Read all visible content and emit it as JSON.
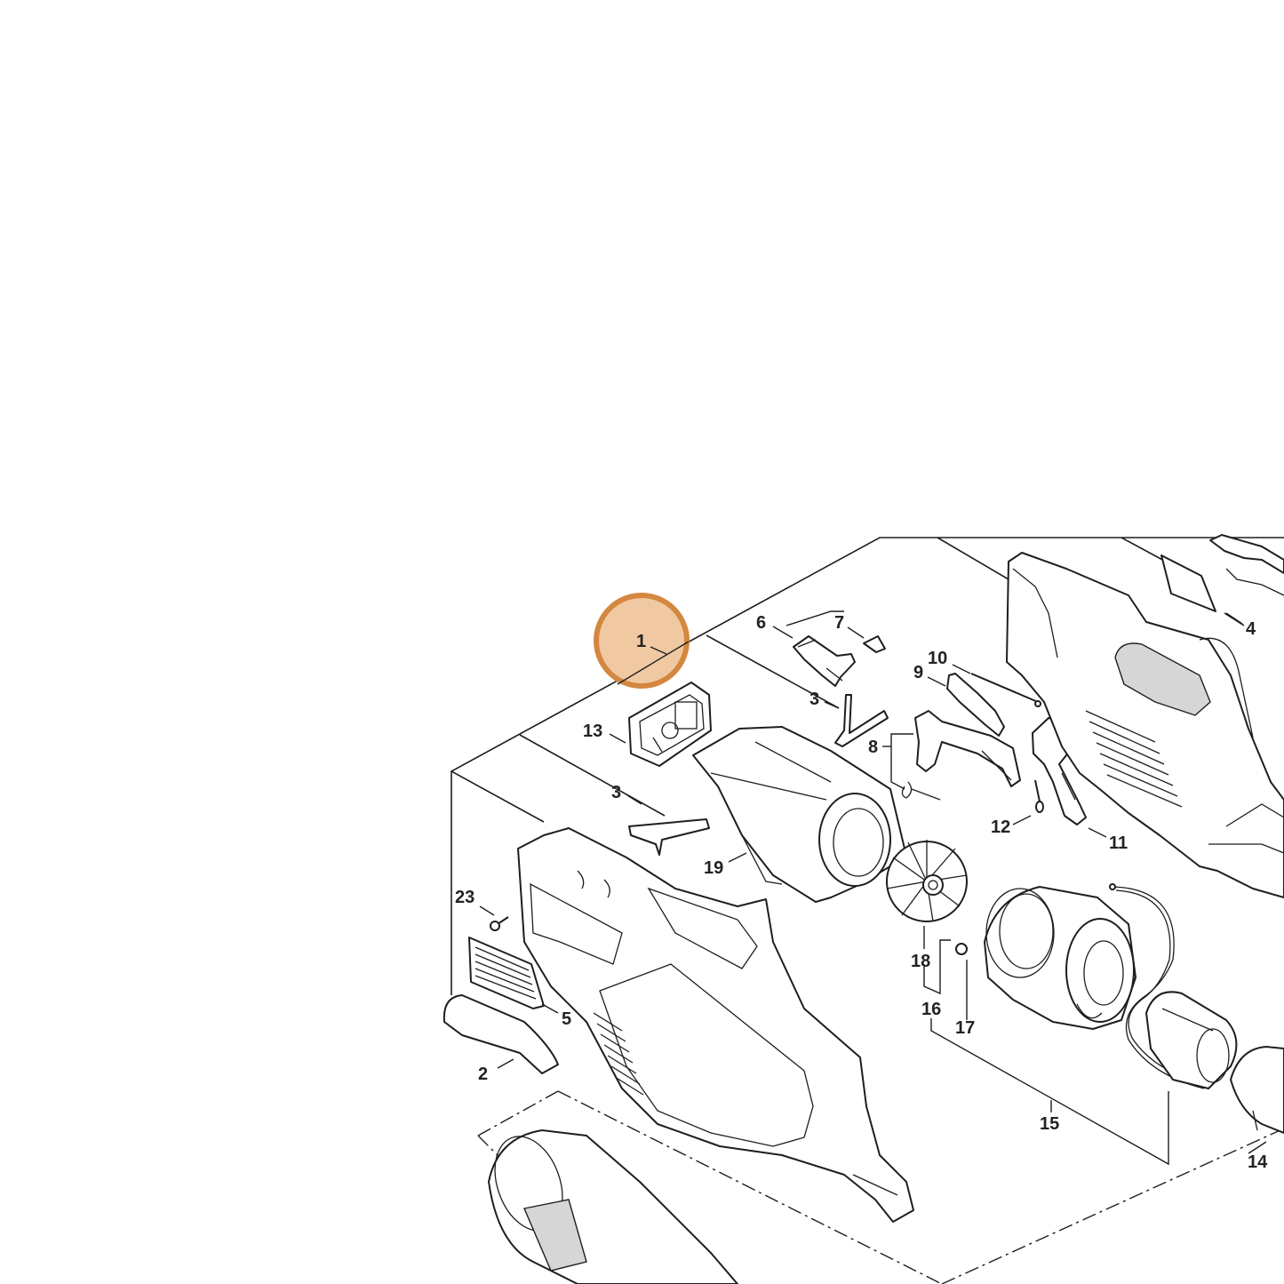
{
  "diagram": {
    "labels": {
      "l1": "1",
      "l2": "2",
      "l3a": "3",
      "l3b": "3",
      "l4": "4",
      "l5": "5",
      "l6": "6",
      "l7": "7",
      "l8": "8",
      "l9": "9",
      "l10": "10",
      "l11": "11",
      "l12": "12",
      "l13": "13",
      "l14": "14",
      "l15": "15",
      "l16": "16",
      "l17": "17",
      "l18": "18",
      "l19": "19",
      "l23": "23"
    },
    "highlight": {
      "target": "1",
      "fill": "#f0c9a3",
      "stroke": "#d4873f"
    }
  }
}
